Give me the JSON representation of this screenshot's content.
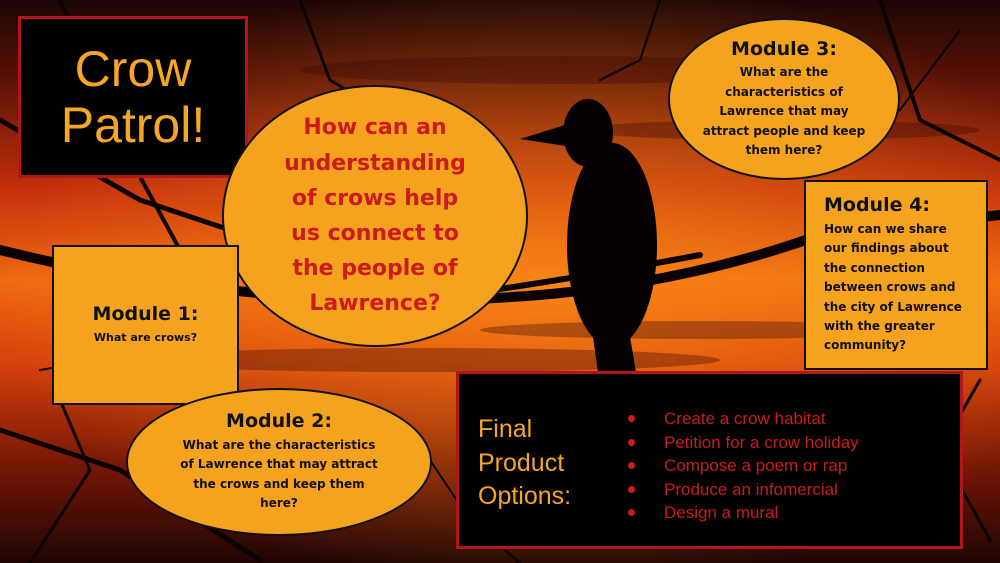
{
  "title": {
    "line1": "Crow",
    "line2": "Patrol!"
  },
  "central_question": "How can an\nunderstanding\nof crows help\nus connect to\nthe people of\nLawrence?",
  "modules": {
    "m1": {
      "title": "Module 1:",
      "question": "What are crows?"
    },
    "m2": {
      "title": "Module 2:",
      "question": "What are the characteristics\nof Lawrence that may attract\nthe crows and keep them\nhere?"
    },
    "m3": {
      "title": "Module 3:",
      "question": "What are the\ncharacteristics of\nLawrence that may\nattract people and keep\nthem here?"
    },
    "m4": {
      "title": "Module 4:",
      "question": "How can we share\nour findings about\nthe connection\nbetween crows and\nthe city of Lawrence\nwith the greater\ncommunity?"
    }
  },
  "final": {
    "title": "Final\nProduct\nOptions:",
    "options": [
      "Create a crow habitat",
      "Petition for a crow holiday",
      "Compose a poem or rap",
      "Produce an infomercial",
      "Design a mural"
    ]
  },
  "colors": {
    "accent_orange": "#f5a21f",
    "accent_red": "#cc1b1b",
    "box_black": "#000000"
  }
}
